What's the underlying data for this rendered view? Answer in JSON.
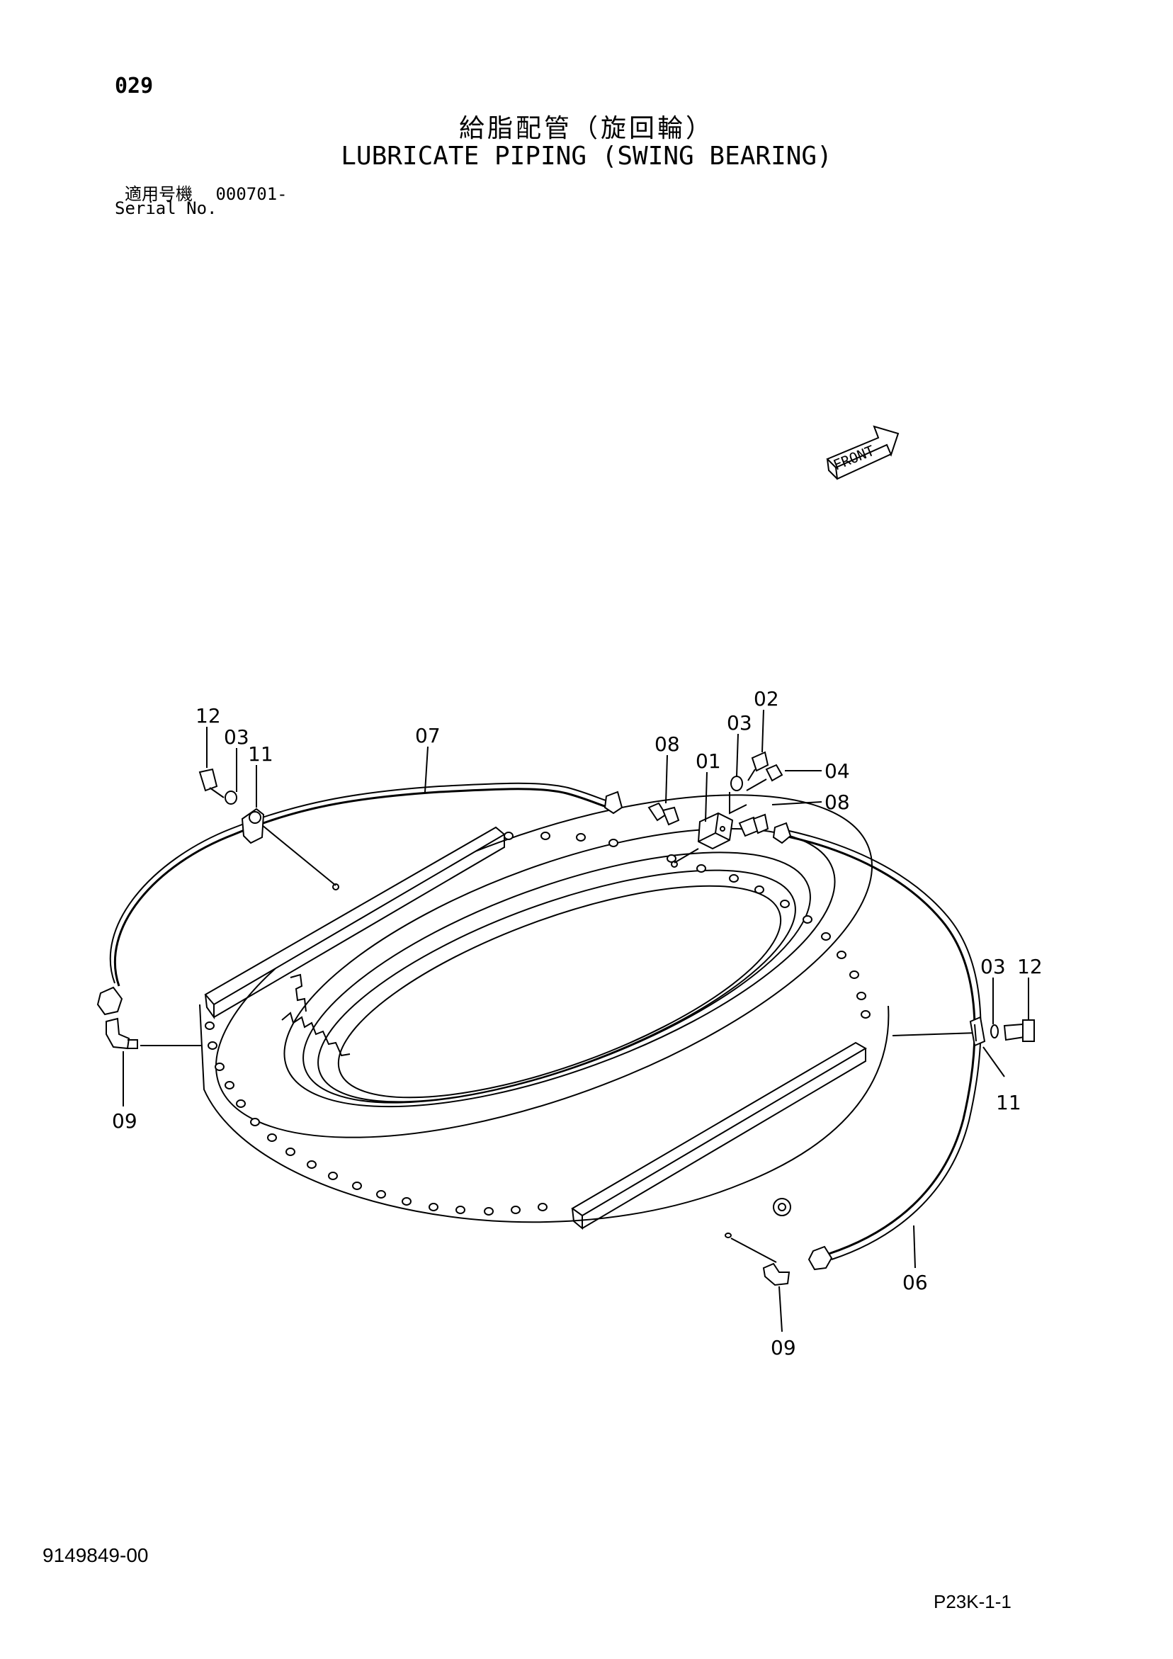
{
  "header": {
    "page_number": "029",
    "title_jp": "給脂配管（旋回輪）",
    "title_en": "LUBRICATE PIPING (SWING BEARING)",
    "serial_label_jp": "適用号機",
    "serial_value": "000701-",
    "serial_label_en": "Serial No."
  },
  "diagram": {
    "front_label": "FRONT",
    "part_labels": {
      "p12_left": "12",
      "p03_left": "03",
      "p11_left": "11",
      "p07": "07",
      "p08_top": "08",
      "p01": "01",
      "p03_top": "03",
      "p02": "02",
      "p04": "04",
      "p08_right": "08",
      "p03_right": "03",
      "p12_right": "12",
      "p11_right": "11",
      "p09_left": "09",
      "p09_bottom": "09",
      "p06": "06"
    }
  },
  "footer": {
    "doc_number": "9149849-00",
    "page_code": "P23K-1-1"
  }
}
